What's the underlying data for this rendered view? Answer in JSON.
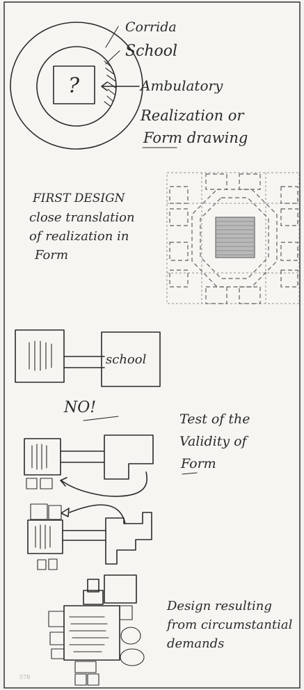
{
  "labels": {
    "corridor": "Corrida",
    "school": "School",
    "question": "?",
    "ambulatory": "Ambulatory",
    "realization_1": "Realization or",
    "realization_2": "Form drawing",
    "first_design_1": "FIRST DESIGN",
    "first_design_2": "close translation",
    "first_design_3": "of realization in",
    "first_design_4": "Form",
    "school_box": "school",
    "no": "NO!",
    "test_1": "Test of the",
    "test_2": "Validity of",
    "test_3": "Form",
    "result_1": "Design resulting",
    "result_2": "from circumstantial",
    "result_3": "demands",
    "page_number": "578"
  }
}
